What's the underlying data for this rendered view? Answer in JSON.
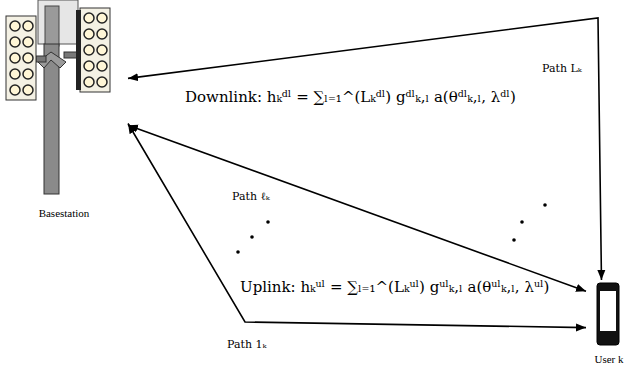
{
  "diagram": {
    "nodes": [
      {
        "text": [
          "Basestation"
        ]
      },
      {
        "text": [
          "User k"
        ]
      }
    ],
    "edges": [
      {
        "from": 0,
        "to": 1,
        "arrow": "both",
        "label": "Path Lₖ"
      },
      {
        "from": 0,
        "to": 1,
        "arrow": "both",
        "label": "Path ℓₖ"
      },
      {
        "from": 0,
        "to": 1,
        "arrow": "both",
        "label": "Path 1ₖ"
      }
    ],
    "labels": [
      "Downlink: hₖᵈˡ = ∑ₗ₌₁^(Lₖᵈˡ) gᵈˡₖ,ₗ a(θᵈˡₖ,ₗ, λᵈˡ)",
      "Uplink: hₖᵘˡ = ∑ₗ₌₁^(Lₖᵘˡ) gᵘˡₖ,ₗ a(θᵘˡₖ,ₗ, λᵘˡ)"
    ]
  }
}
